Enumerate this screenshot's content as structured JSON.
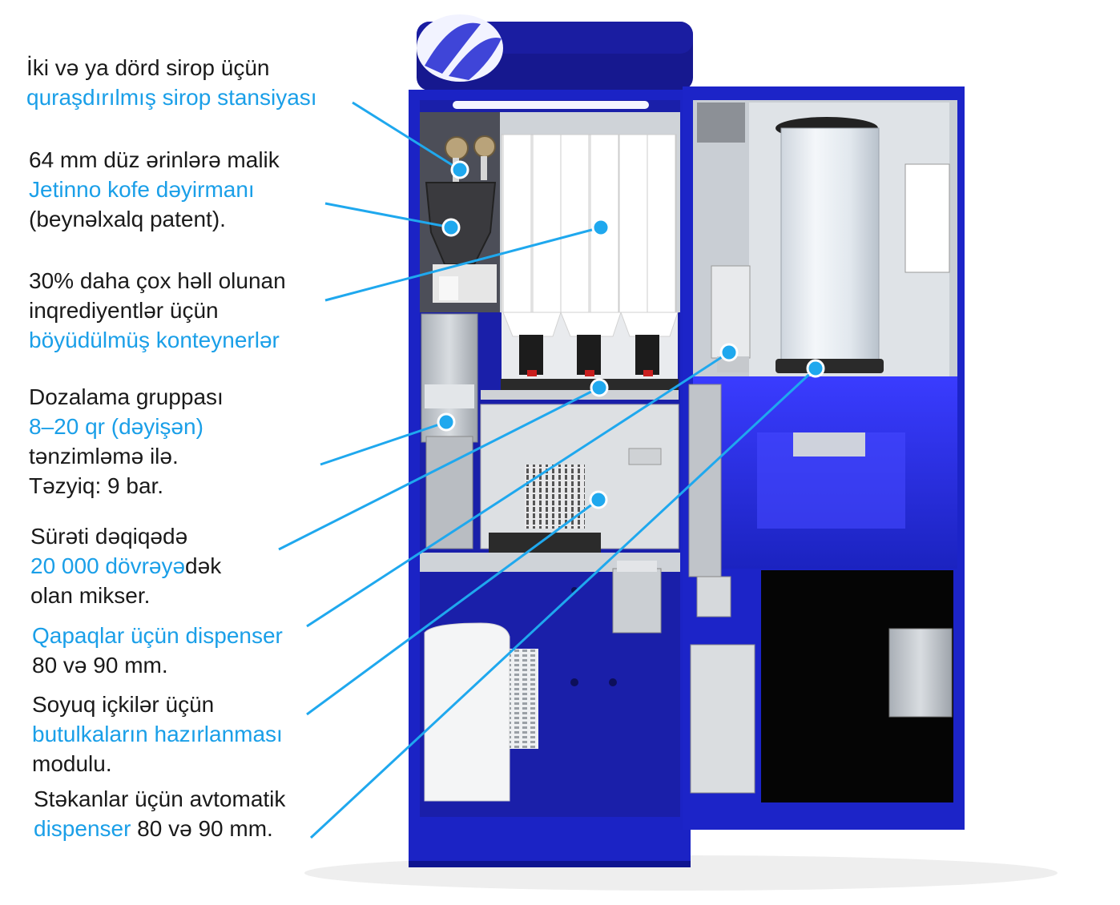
{
  "colors": {
    "highlight": "#1a9fe8",
    "text": "#1a1a1a",
    "machine_blue": "#1a2fd0",
    "callout_line": "#1fa8ee"
  },
  "brand": {
    "logo": "vending-brand-logo"
  },
  "annotations": [
    {
      "id": "syrup-station",
      "lines": [
        [
          {
            "t": "İki və ya dörd sirop üçün",
            "hl": false
          }
        ],
        [
          {
            "t": "quraşdırılmış sirop stansiyası",
            "hl": true
          }
        ]
      ]
    },
    {
      "id": "coffee-grinder",
      "lines": [
        [
          {
            "t": "64 mm düz ərinlərə malik",
            "hl": false
          }
        ],
        [
          {
            "t": "Jetinno kofe dəyirmanı",
            "hl": true
          }
        ],
        [
          {
            "t": "(beynəlxalq patent).",
            "hl": false
          }
        ]
      ]
    },
    {
      "id": "containers",
      "lines": [
        [
          {
            "t": "30% daha çox həll olunan",
            "hl": false
          }
        ],
        [
          {
            "t": "inqrediyentlər üçün",
            "hl": false
          }
        ],
        [
          {
            "t": "böyüdülmüş konteynerlər",
            "hl": true
          }
        ]
      ]
    },
    {
      "id": "brewing-group",
      "lines": [
        [
          {
            "t": "Dozalama grupp ası",
            "hl": false
          }
        ],
        [
          {
            "t": "8–20 qr (dəyişən)",
            "hl": true
          }
        ],
        [
          {
            "t": "tənzimləmə ilə.",
            "hl": false
          }
        ],
        [
          {
            "t": "Təzyiq: 9 bar.",
            "hl": false
          }
        ]
      ]
    },
    {
      "id": "mixer",
      "lines": [
        [
          {
            "t": "Sürəti dəqiqədə",
            "hl": false
          }
        ],
        [
          {
            "t": "20 000 dövrəyə",
            "hl": true
          },
          {
            "t": "dək",
            "hl": false
          }
        ],
        [
          {
            "t": "olan mikser.",
            "hl": false
          }
        ]
      ]
    },
    {
      "id": "lid-dispenser",
      "lines": [
        [
          {
            "t": "Qapaqlar üçün dispenser",
            "hl": true
          }
        ],
        [
          {
            "t": "80 və 90 mm.",
            "hl": false
          }
        ]
      ]
    },
    {
      "id": "bottle-module",
      "lines": [
        [
          {
            "t": "Soyuq içkilər üçün",
            "hl": false
          }
        ],
        [
          {
            "t": "butulkaların hazırlanması",
            "hl": true
          }
        ],
        [
          {
            "t": "modulu.",
            "hl": false
          }
        ]
      ]
    },
    {
      "id": "cup-dispenser",
      "lines": [
        [
          {
            "t": "Stəkanlar üçün avtomatik",
            "hl": false
          }
        ],
        [
          {
            "t": "dispenser",
            "hl": true
          },
          {
            "t": " 80 və 90 mm.",
            "hl": false
          }
        ]
      ]
    }
  ]
}
